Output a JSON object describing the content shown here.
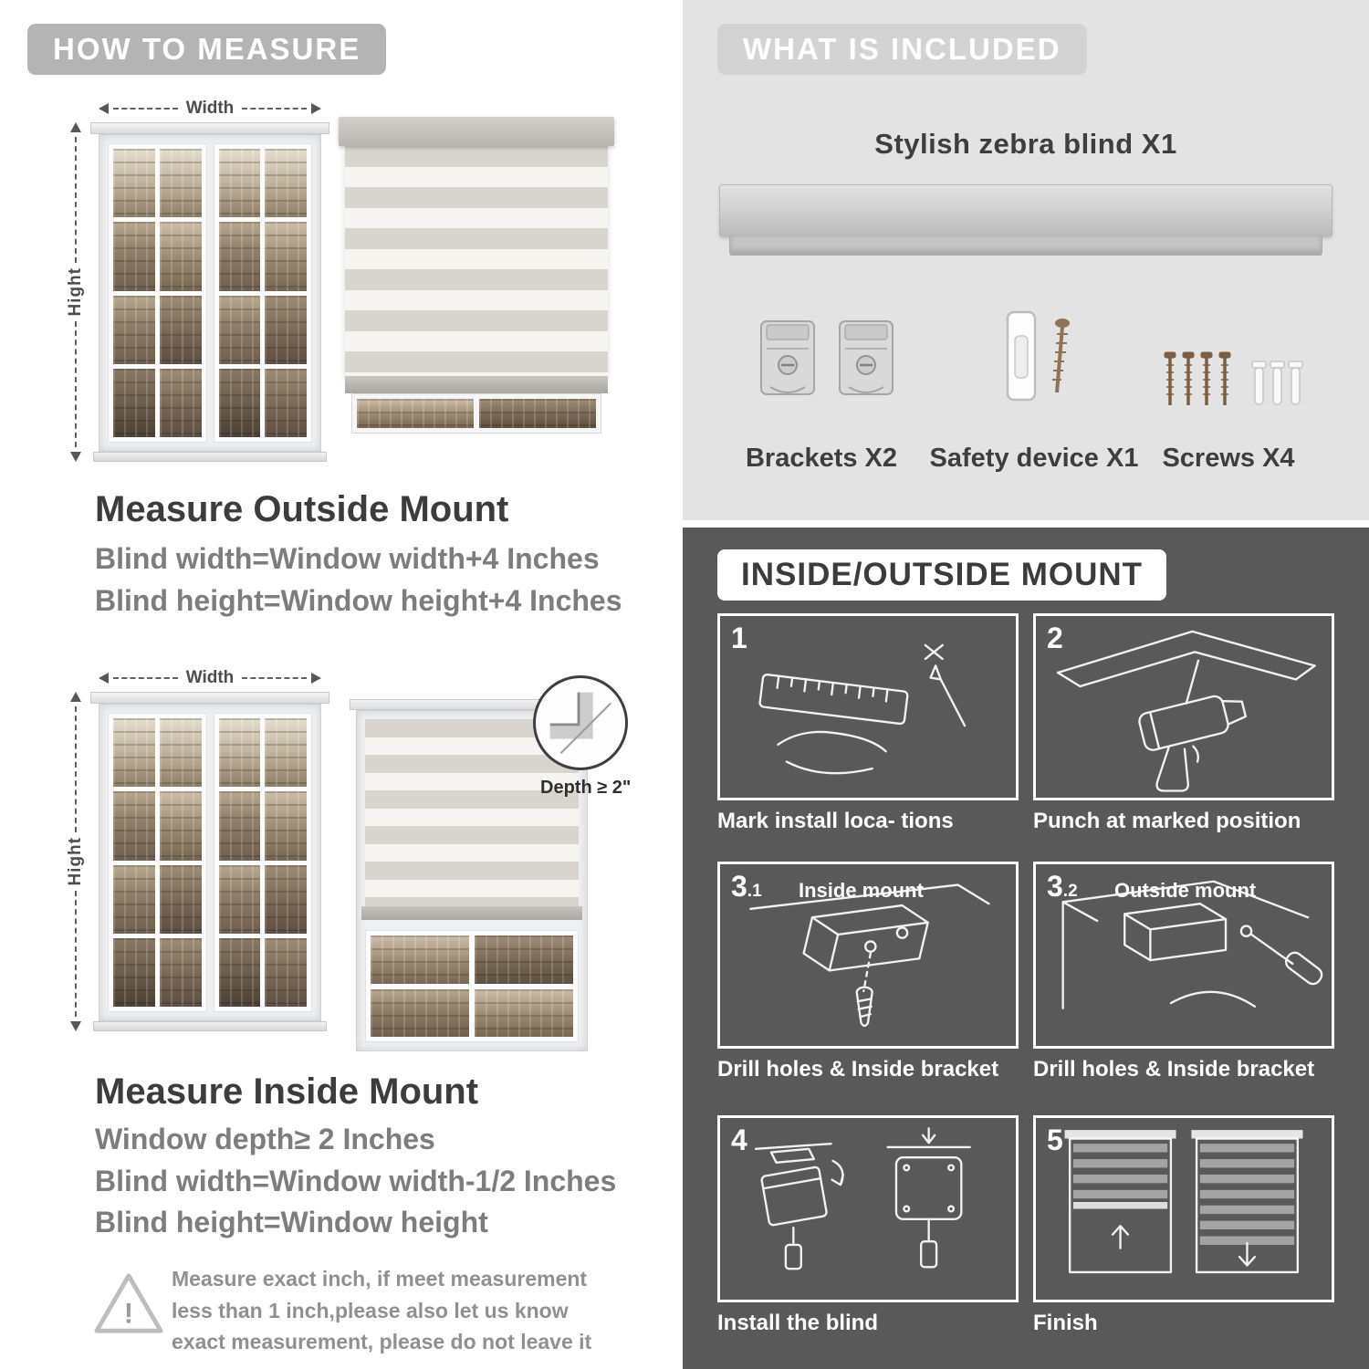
{
  "colors": {
    "badge_gray": "#b4b4b4",
    "panel_light": "#e3e3e3",
    "panel_dark": "#595959"
  },
  "left": {
    "header": "HOW TO MEASURE",
    "outside": {
      "width_label": "Width",
      "height_label": "Hight",
      "title": "Measure Outside Mount",
      "lines": [
        "Blind width=Window width+4 Inches",
        "Blind height=Window height+4 Inches"
      ]
    },
    "inside": {
      "width_label": "Width",
      "height_label": "Hight",
      "depth_label": "Depth ≥ 2\"",
      "title": "Measure Inside Mount",
      "lines": [
        "Window depth≥ 2 Inches",
        "Blind width=Window width-1/2 Inches",
        "Blind height=Window height"
      ]
    },
    "warning": {
      "mark": "!",
      "text": "Measure exact inch, if meet measurement less than 1 inch,please also let us know exact measurement, please do not leave it"
    }
  },
  "included": {
    "header": "WHAT IS INCLUDED",
    "blind_label": "Stylish zebra blind X1",
    "items": [
      {
        "label": "Brackets X2"
      },
      {
        "label": "Safety device X1"
      },
      {
        "label": "Screws X4"
      }
    ]
  },
  "mount": {
    "header": "INSIDE/OUTSIDE MOUNT",
    "steps": [
      {
        "num": "1",
        "caption": "Mark install loca- tions"
      },
      {
        "num": "2",
        "caption": "Punch at  marked position"
      },
      {
        "num": "3",
        "sub": ".1",
        "tag": "Inside mount",
        "caption": "Drill holes &  Inside bracket"
      },
      {
        "num": "3",
        "sub": ".2",
        "tag": "Outside mount",
        "caption": "Drill holes &  Inside bracket"
      },
      {
        "num": "4",
        "caption": "Install the blind"
      },
      {
        "num": "5",
        "caption": "Finish"
      }
    ]
  }
}
